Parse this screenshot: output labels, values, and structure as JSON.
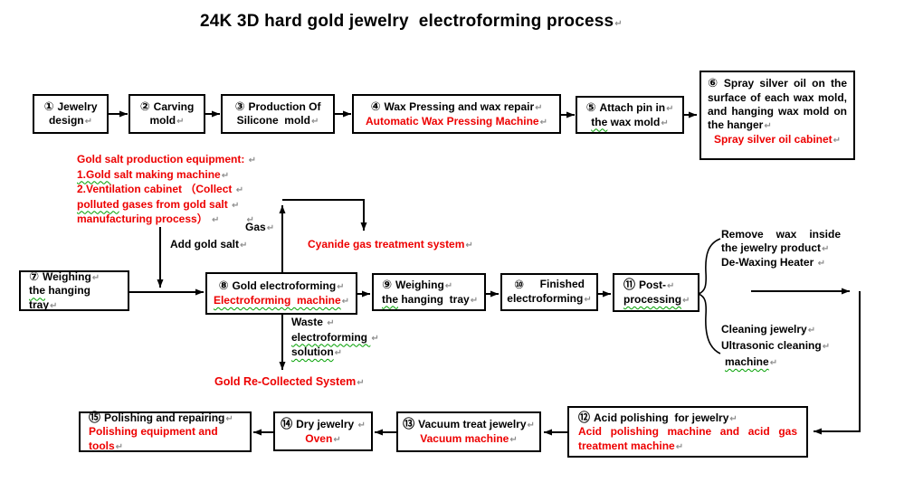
{
  "title": "24K 3D hard gold jewelry  electroforming process",
  "ret": "↵",
  "colors": {
    "accent_red": "#ed0000",
    "text_black": "#000000",
    "return_mark_gray": "#8e8e8e",
    "squiggle_green": "#00a000"
  },
  "flow_boxes": {
    "b1": {
      "num": "①",
      "l1": "Jewelry",
      "l2": "design"
    },
    "b2": {
      "num": "②",
      "l1": "Carving",
      "l2": "mold"
    },
    "b3": {
      "num": "③",
      "l1": "Production Of",
      "l2": "Silicone  mold"
    },
    "b4": {
      "num": "④",
      "l1": "Wax Pressing and wax repair",
      "machine": "Automatic Wax Pressing Machine"
    },
    "b5": {
      "num": "⑤",
      "l1": "Attach pin in",
      "l2a": "the",
      "l2b": " wax mold"
    },
    "b6": {
      "num": "⑥",
      "body": "Spray silver oil on the surface of each wax mold, and hanging wax mold on the hanger",
      "machine": "Spray silver oil cabinet"
    },
    "b7": {
      "num": "⑦",
      "l1": "Weighing",
      "l2a": "the",
      "l2b": " hanging  tray"
    },
    "b8": {
      "num": "⑧",
      "l1": "Gold electroforming",
      "machine": "Electroforming  machine"
    },
    "b9": {
      "num": "⑨",
      "l1": "Weighing",
      "l2a": "the",
      "l2b": " hanging  tray"
    },
    "b10": {
      "num": "⑩",
      "l1": "Finished",
      "l2": "electroforming"
    },
    "b11": {
      "num": "⑪",
      "l1": "Post-",
      "l2": "processing"
    },
    "b12": {
      "num": "⑫",
      "l1": "Acid polishing  for jewelry",
      "machine1": "Acid polishing machine and acid gas",
      "machine2": "treatment machine"
    },
    "b13": {
      "num": "⑬",
      "l1": "Vacuum treat jewelry",
      "machine": "Vacuum machine"
    },
    "b14": {
      "num": "⑭",
      "l1": "Dry jewelry ",
      "machine": "Oven"
    },
    "b15": {
      "num": "⑮",
      "l1": "Polishing and repairing",
      "machine": "Polishing equipment and tools"
    }
  },
  "annotations": {
    "gold_salt": {
      "line1": "Gold salt production equipment: ",
      "line2a": "1.Gold",
      "line2b": " salt making machine",
      "line3": "2.Ventilation cabinet （Collect ",
      "line4a": "polluted",
      "line4b": " gases from gold salt ",
      "line5": "manufacturing process） "
    },
    "add_gold_salt": "Add gold salt",
    "gas": "Gas",
    "cyanide": "Cyanide gas treatment system",
    "waste_line1": "Waste ",
    "waste_line2": "electroforming ",
    "waste_line3": "solution",
    "gold_recollect": "Gold Re-Collected System",
    "remove_wax_line1": "Remove  wax  inside",
    "remove_wax_line2": "the jewelry product",
    "dewax_heater": "De-Waxing Heater ",
    "cleaning_line1": "Cleaning jewelry",
    "cleaning_line2": "Ultrasonic cleaning",
    "cleaning_line3": "machine"
  }
}
